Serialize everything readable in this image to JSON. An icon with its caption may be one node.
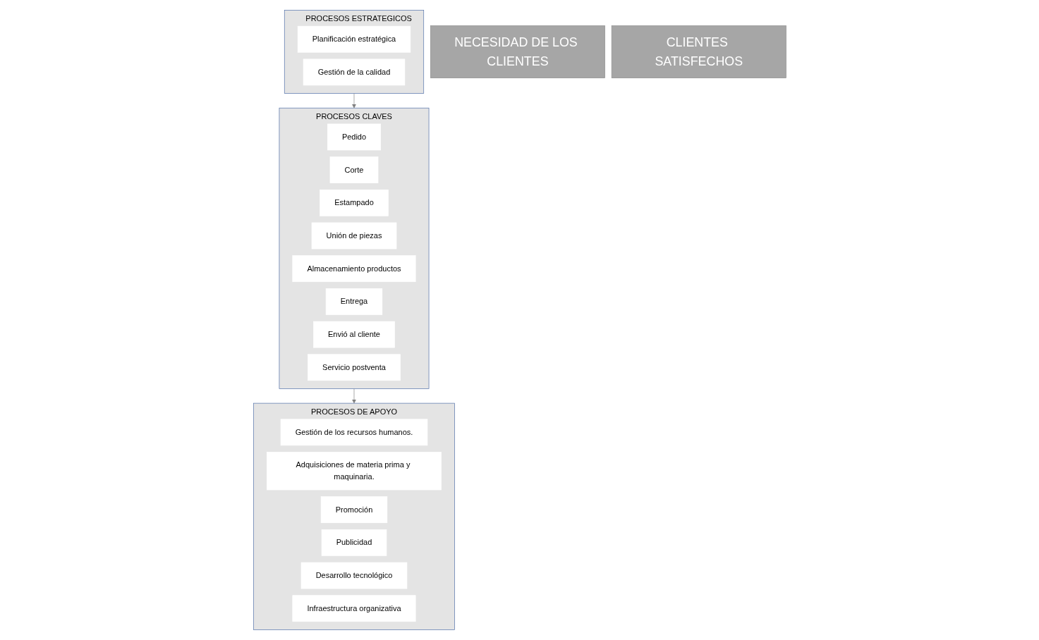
{
  "diagram": {
    "nodes": [
      {
        "text": [
          "NECESIDAD DE LOS CLIENTES"
        ]
      },
      {
        "text": [
          "PROCESOS ESTRATEGICOS"
        ]
      },
      {
        "text": [
          "Planificación estratégica"
        ],
        "in": 1
      },
      {
        "text": [
          "Gestión de la calidad"
        ],
        "in": 1
      },
      {
        "text": [
          "PROCESOS CLAVES"
        ]
      },
      {
        "text": [
          "Pedido"
        ],
        "in": 4
      },
      {
        "text": [
          "Corte"
        ],
        "in": 4
      },
      {
        "text": [
          "Estampado"
        ],
        "in": 4
      },
      {
        "text": [
          "Unión de piezas"
        ],
        "in": 4
      },
      {
        "text": [
          "Almacenamiento productos"
        ],
        "in": 4
      },
      {
        "text": [
          "Entrega"
        ],
        "in": 4
      },
      {
        "text": [
          "Envió al cliente"
        ],
        "in": 4
      },
      {
        "text": [
          "Servicio postventa"
        ],
        "in": 4
      },
      {
        "text": [
          "PROCESOS DE APOYO"
        ]
      },
      {
        "text": [
          "Gestión de los recursos humanos."
        ],
        "in": 13
      },
      {
        "text": [
          "Adquisiciones de materia prima y maquinaria."
        ],
        "in": 13
      },
      {
        "text": [
          "Promoción"
        ],
        "in": 13
      },
      {
        "text": [
          "Publicidad"
        ],
        "in": 13
      },
      {
        "text": [
          "Desarrollo tecnológico"
        ],
        "in": 13
      },
      {
        "text": [
          "Infraestructura organizativa"
        ],
        "in": 13
      },
      {
        "text": [
          "CLIENTES SATISFECHOS"
        ]
      }
    ],
    "edges": [
      {
        "from": 1,
        "to": 4,
        "arrow": "to"
      },
      {
        "from": 4,
        "to": 13,
        "arrow": "to"
      }
    ]
  }
}
